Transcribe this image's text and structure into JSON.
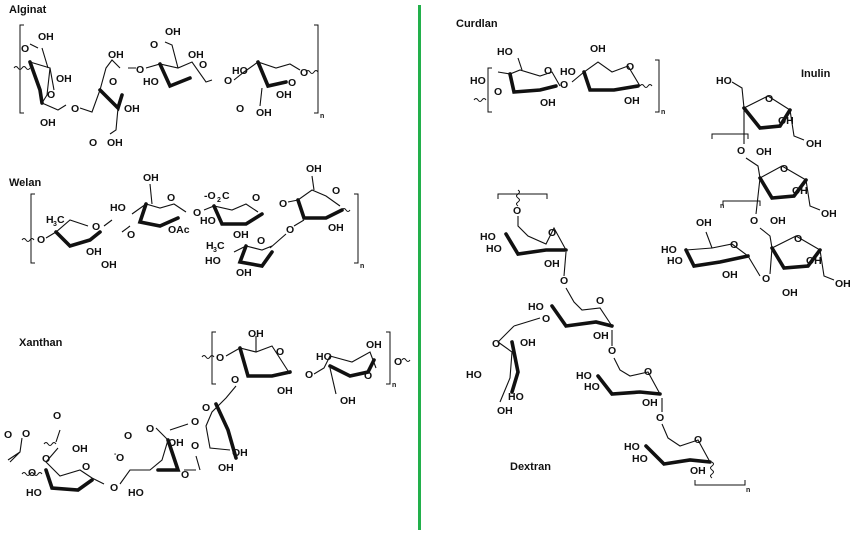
{
  "figure": {
    "divider_color": "#22b04b",
    "left_panel": {
      "structures": [
        {
          "name": "Alginat",
          "repeat_label": "n",
          "labels": {
            "oh": "OH",
            "ho": "HO",
            "o": "O",
            "cooh_o": "O"
          }
        },
        {
          "name": "Welan",
          "repeat_label": "n",
          "labels": {
            "oh": "OH",
            "ho": "HO",
            "o": "O",
            "oac": "OAc",
            "h3c": "H",
            "h3c_sub": "3",
            "h3c_c": "C",
            "carboxylate": "-O",
            "carboxylate_sub": "2",
            "carboxylate_c": "C"
          }
        },
        {
          "name": "Xanthan",
          "repeat_label": "n",
          "labels": {
            "oh": "OH",
            "ho": "HO",
            "o": "O",
            "o_minus": "O",
            "minus": "-"
          }
        }
      ]
    },
    "right_panel": {
      "structures": [
        {
          "name": "Curdlan",
          "repeat_label": "n",
          "labels": {
            "oh": "OH",
            "ho": "HO",
            "o": "O"
          }
        },
        {
          "name": "Inulin",
          "repeat_label": "n",
          "labels": {
            "oh": "OH",
            "ho": "HO",
            "o": "O"
          }
        },
        {
          "name": "Dextran",
          "repeat_label": "n",
          "labels": {
            "oh": "OH",
            "ho": "HO",
            "o": "O"
          }
        }
      ]
    }
  }
}
